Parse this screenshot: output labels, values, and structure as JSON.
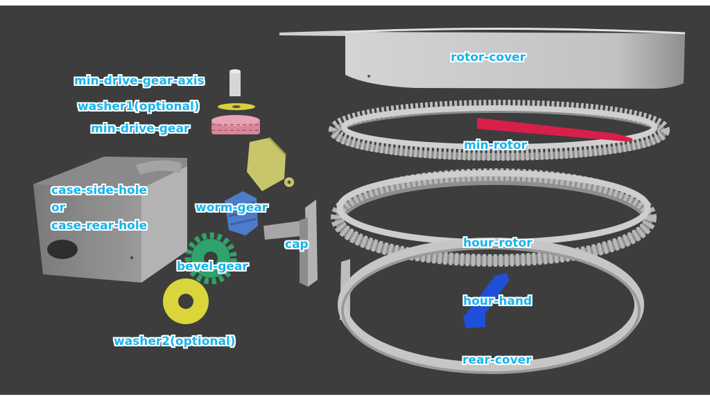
{
  "colors": {
    "viewport_bg": "#3d3d3d",
    "frame_bg": "#ffffff",
    "label": "#17b4ee",
    "label_outline": "#ffffff",
    "part_gray": "#c4c4c4",
    "part_gray_dark": "#9c9c9c",
    "min_drive_gear": "#d9869a",
    "washer1": "#d6d23a",
    "worm_gear_housing": "#c8c66a",
    "worm_gear": "#4d7cc9",
    "bevel_gear": "#2fa36b",
    "washer2": "#d9d53a",
    "min_rotor_marker": "#d81f4a",
    "hour_hand": "#1f4fd8"
  },
  "labels": {
    "rotor_cover": "rotor-cover",
    "min_drive_gear_axis": "min-drive-gear-axis",
    "washer1": "washer1(optional)",
    "min_drive_gear": "min-drive-gear",
    "min_rotor": "min-rotor",
    "case_side_hole": "case-side-hole",
    "or": "or",
    "case_rear_hole": "case-rear-hole",
    "worm_gear": "worm-gear",
    "cap": "cap",
    "hour_rotor": "hour-rotor",
    "bevel_gear": "bevel-gear",
    "hour_hand": "hour-hand",
    "washer2": "washer2(optional)",
    "rear_cover": "rear-cover"
  }
}
